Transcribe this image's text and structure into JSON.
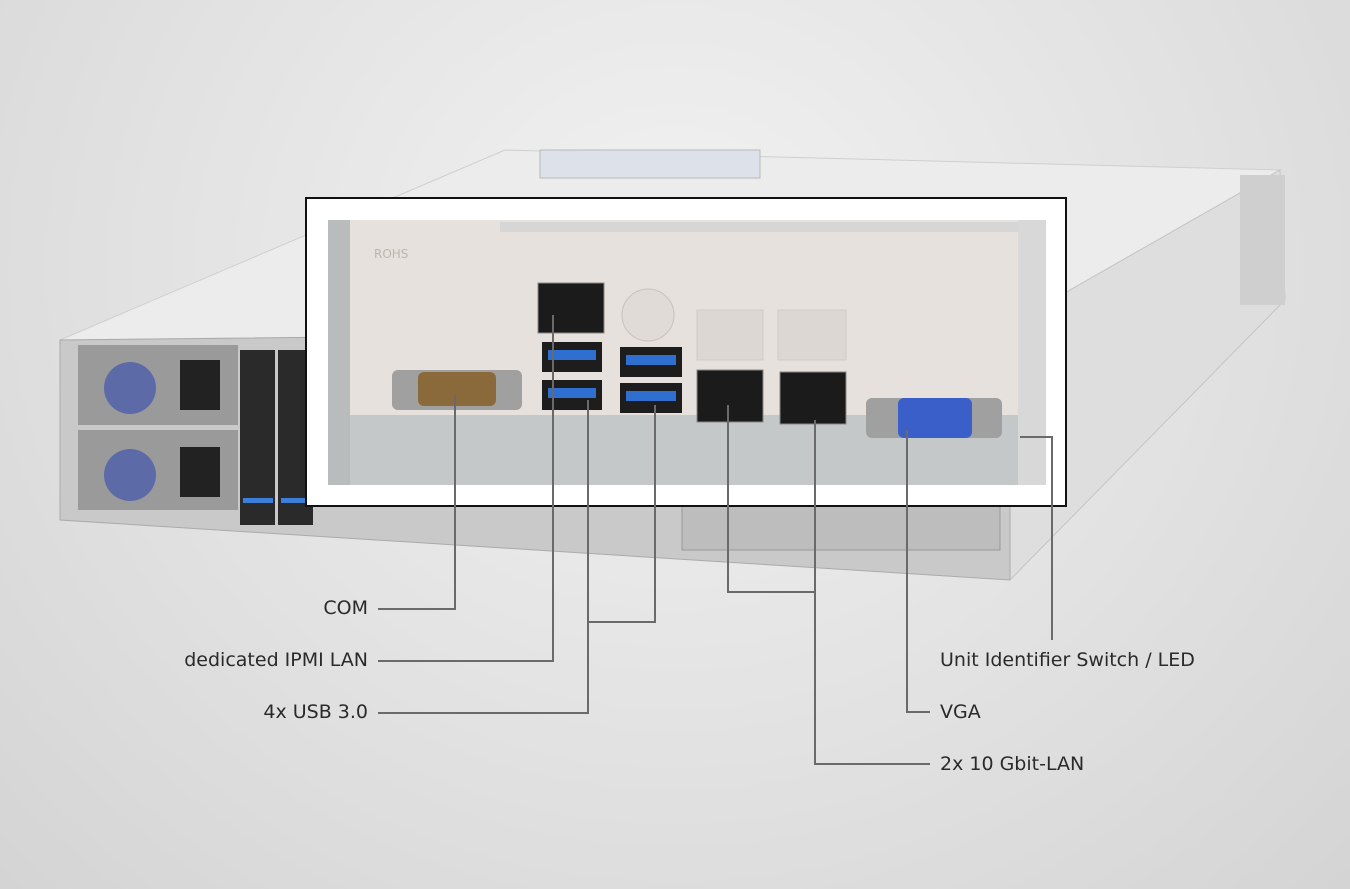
{
  "inset": {
    "embossed_text": "ROHS"
  },
  "callouts": {
    "com": "COM",
    "ipmi_lan": "dedicated IPMI LAN",
    "usb": "4x USB 3.0",
    "uid": "Unit Identifier Switch / LED",
    "vga": "VGA",
    "lan": "2x 10 Gbit-LAN"
  },
  "colors": {
    "usb_blue": "#2f6fd0",
    "vga_blue": "#3a5fc8",
    "leader_line": "#6a6a6a"
  }
}
